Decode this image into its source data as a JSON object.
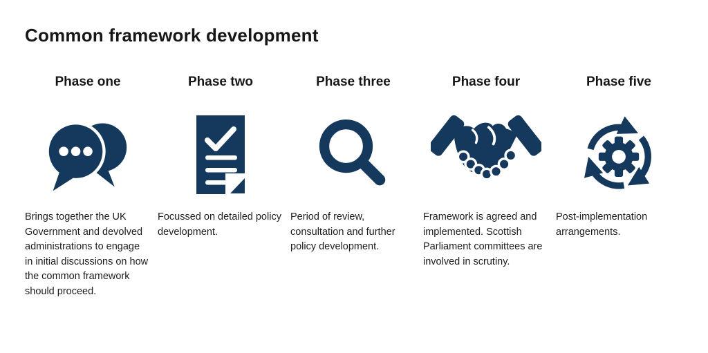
{
  "title": "Common framework development",
  "phases": [
    {
      "title": "Phase one",
      "icon": "chat-bubbles-icon",
      "description": "Brings together the UK Government and devolved administrations to engage in initial discussions on how the common framework should proceed."
    },
    {
      "title": "Phase two",
      "icon": "checklist-document-icon",
      "description": "Focussed on detailed policy development."
    },
    {
      "title": "Phase three",
      "icon": "magnifying-glass-icon",
      "description": "Period of review, consultation and further policy development."
    },
    {
      "title": "Phase four",
      "icon": "handshake-icon",
      "description": "Framework is agreed and implemented. Scottish Parliament committees are involved in scrutiny."
    },
    {
      "title": "Phase five",
      "icon": "gear-cycle-icon",
      "description": "Post-implementation arrangements."
    }
  ],
  "colors": {
    "icon_navy": "#14395c",
    "text": "#161616",
    "background": "#ffffff"
  }
}
